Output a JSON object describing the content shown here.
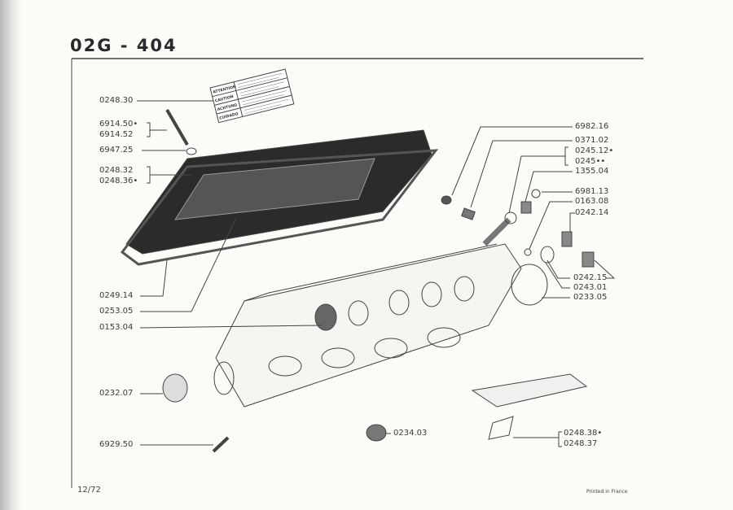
{
  "title": "02G - 404",
  "page_number": "12/72",
  "printed": "Printed in France",
  "label_sticker": [
    "ATTENTION",
    "CAUTION",
    "ACHTUNG",
    "CUIDADO"
  ],
  "left_labels": [
    "0248.30",
    "6914.50•",
    "6914.52",
    "6947.25",
    "0248.32",
    "0248.36•",
    "0249.14",
    "0253.05",
    "0153.04",
    "0232.07",
    "6929.50"
  ],
  "right_labels": [
    "6982.16",
    "0371.02",
    "0245.12•",
    "0245••",
    "1355.04",
    "6981.13",
    "0163.08",
    "0242.14",
    "0242.15",
    "0243.01",
    "0233.05"
  ],
  "bottom_labels": [
    "0234.03",
    "0248.38•",
    "0248.37"
  ]
}
